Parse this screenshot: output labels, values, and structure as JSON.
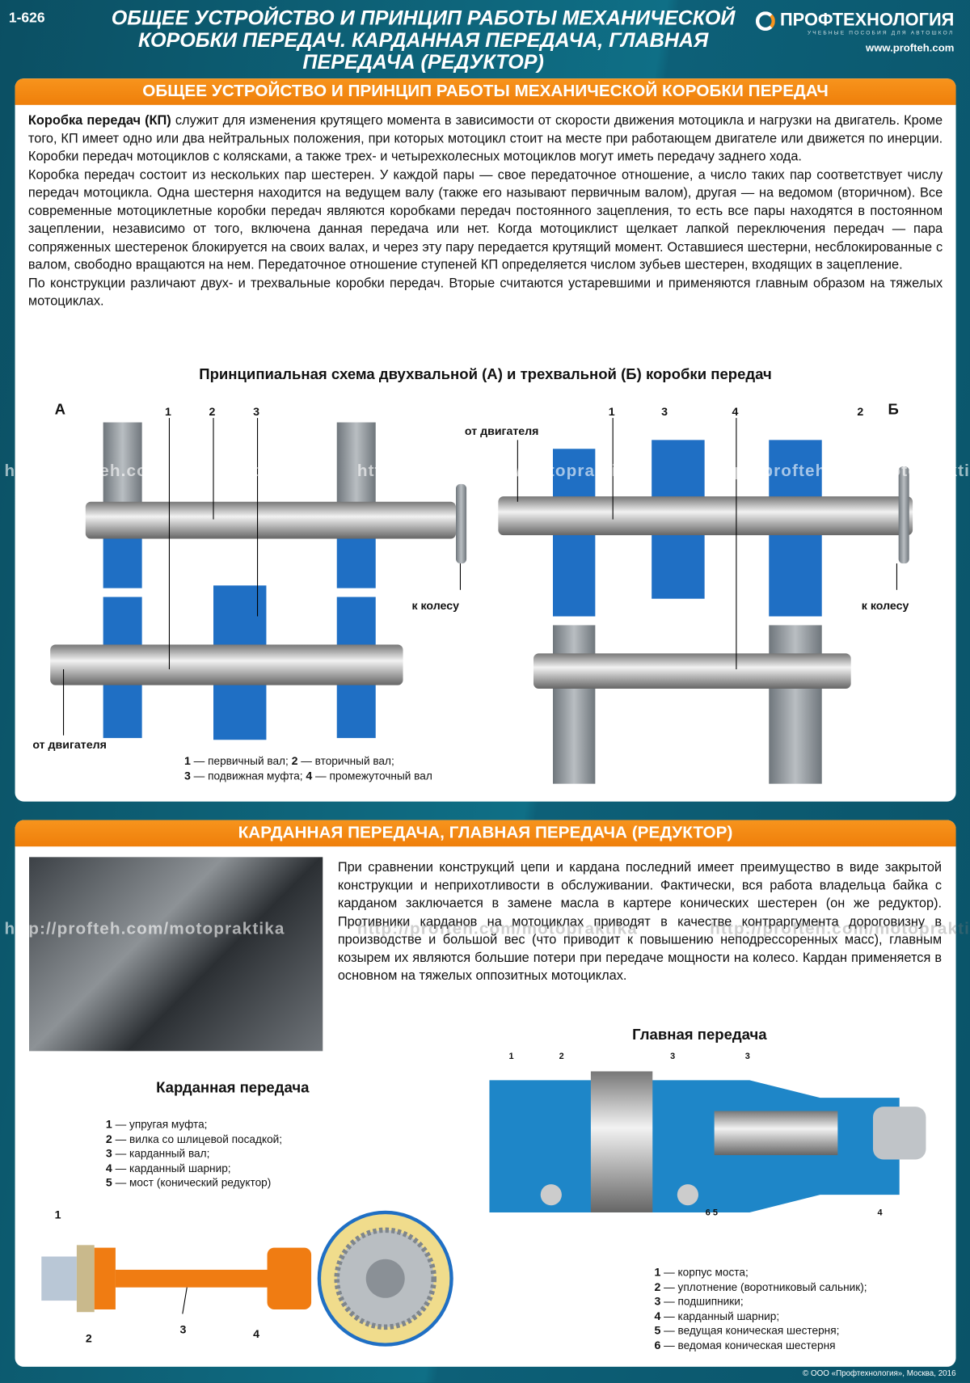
{
  "header": {
    "code": "1-626",
    "title": "ОБЩЕЕ УСТРОЙСТВО И ПРИНЦИП РАБОТЫ МЕХАНИЧЕСКОЙ КОРОБКИ ПЕРЕДАЧ. КАРДАННАЯ ПЕРЕДАЧА, ГЛАВНАЯ ПЕРЕДАЧА (РЕДУКТОР)",
    "brand": "ПРОФТЕХНОЛОГИЯ",
    "brand_sub": "УЧЕБНЫЕ ПОСОБИЯ ДЛЯ АВТОШКОЛ",
    "url": "www.profteh.com"
  },
  "section1": {
    "title": "ОБЩЕЕ УСТРОЙСТВО И ПРИНЦИП РАБОТЫ МЕХАНИЧЕСКОЙ КОРОБКИ ПЕРЕДАЧ",
    "p1_bold": "Коробка передач (КП)",
    "p1": " служит для изменения крутящего момента в зависимости от скорости движения мотоцикла и нагрузки на двигатель. Кроме того, КП имеет одно или два нейтральных положения, при которых мотоцикл стоит на месте при работающем двигателе или движется по инерции. Коробки передач мотоциклов с колясками, а также трех- и четырехколесных мотоциклов могут иметь передачу заднего хода.",
    "p2": "Коробка передач состоит из нескольких пар шестерен. У каждой пары — свое передаточное отношение, а число таких пар соответствует числу передач мотоцикла. Одна шестерня находится на ведущем валу (также его называют первичным валом), другая — на ведомом (вторичном). Все современные мотоциклетные коробки передач являются коробками передач постоянного зацепления, то есть все пары находятся в постоянном зацеплении, независимо от того, включена данная передача или нет. Когда мотоциклист щелкает лапкой переключения передач — пара сопряженных шестеренок блокируется на своих валах, и через эту пару передается крутящий момент. Оставшиеся шестерни, несблокированные с валом, свободно вращаются на нем. Передаточное отношение ступеней КП определяется числом зубьев шестерен, входящих в зацепление.",
    "p3": "По конструкции различают двух- и трехвальные коробки передач. Вторые считаются устаревшими и применяются главным образом на тяжелых мотоциклах.",
    "diagram_title": "Принципиальная схема двухвальной (А)  и трехвальной (Б) коробки передач",
    "label_a": "А",
    "label_b": "Б",
    "from_engine": "от двигателя",
    "to_wheel": "к колесу",
    "n1": "1",
    "n2": "2",
    "n3": "3",
    "n4": "4",
    "legend": [
      {
        "n": "1",
        "t": " — первичный вал; "
      },
      {
        "n": "2",
        "t": " — вторичный вал;"
      },
      {
        "n": "3",
        "t": " — подвижная муфта; "
      },
      {
        "n": "4",
        "t": " — промежуточный вал"
      }
    ]
  },
  "watermark": "http://profteh.com/motopraktika",
  "section2": {
    "title": "КАРДАННАЯ ПЕРЕДАЧА, ГЛАВНАЯ ПЕРЕДАЧА (РЕДУКТОР)",
    "text": "При сравнении конструкций цепи и кардана последний имеет преимущество в виде закрытой конструкции и неприхотливости в обслуживании. Фактически, вся работа владельца байка с карданом заключается в замене масла в картере конических шестерен (он же редуктор). Противники карданов на мотоциклах приводят в качестве контраргумента дороговизну в производстве и большой вес (что приводит к повышению неподрессоренных масс), главным козырем их являются большие потери при передаче мощности на колесо. Кардан применяется в основном на тяжелых  оппозитных мотоциклах.",
    "cardan_title": "Карданная передача",
    "cardan_legend": [
      {
        "n": "1",
        "t": " — упругая муфта;"
      },
      {
        "n": "2",
        "t": " — вилка со шлицевой посадкой;"
      },
      {
        "n": "3",
        "t": " — карданный вал;"
      },
      {
        "n": "4",
        "t": " — карданный шарнир;"
      },
      {
        "n": "5",
        "t": " — мост (конический редуктор)"
      }
    ],
    "cardan_nums": [
      "1",
      "2",
      "3",
      "4"
    ],
    "main_title": "Главная передача",
    "main_nums": [
      "1",
      "2",
      "3",
      "3",
      "6 5",
      "4"
    ],
    "main_legend": [
      {
        "n": "1",
        "t": " — корпус моста;"
      },
      {
        "n": "2",
        "t": " — уплотнение (воротниковый  сальник);"
      },
      {
        "n": "3",
        "t": " — подшипники;"
      },
      {
        "n": "4",
        "t": " — карданный шарнир;"
      },
      {
        "n": "5",
        "t": " — ведущая коническая шестерня;"
      },
      {
        "n": "6",
        "t": " — ведомая коническая шестерня"
      }
    ]
  },
  "footer": {
    "copyright": "© ООО «Профтехнология», Москва, 2016"
  },
  "colors": {
    "orange": "#f7941d",
    "teal": "#0d5f73",
    "blue": "#1f6fc4",
    "gear_gray": "#8a9096"
  }
}
